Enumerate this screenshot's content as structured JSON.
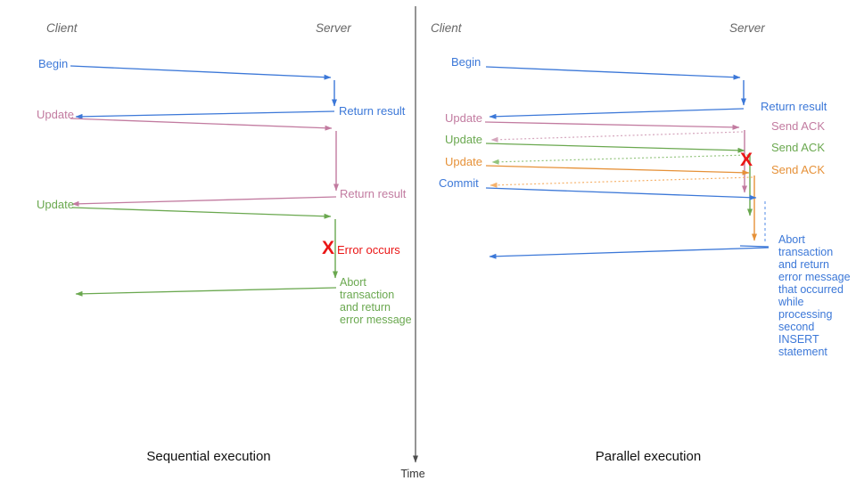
{
  "colors": {
    "blue": "#3c78d8",
    "pink": "#c27ba0",
    "green": "#6aa84f",
    "orange": "#e69138",
    "red": "#ea1616",
    "ack_pink": "#d5a6bd",
    "ack_green": "#93c47d",
    "ack_orange": "#f6b26b",
    "wait_blue": "#6d9eeb",
    "header_gray": "#666666",
    "axis_gray": "#4d4d4d"
  },
  "time_axis": {
    "label": "Time"
  },
  "sequential": {
    "client_header": "Client",
    "server_header": "Server",
    "caption": "Sequential execution",
    "begin_label": "Begin",
    "update1_label": "Update",
    "update2_label": "Update",
    "return1_label": "Return result",
    "return2_label": "Return result",
    "error_mark": "X",
    "error_label": "Error occurs",
    "abort_note": "Abort\ntransaction\nand return\nerror message"
  },
  "parallel": {
    "client_header": "Client",
    "server_header": "Server",
    "caption": "Parallel execution",
    "begin_label": "Begin",
    "update1_label": "Update",
    "update2_label": "Update",
    "update3_label": "Update",
    "commit_label": "Commit",
    "return_label": "Return result",
    "ack1_label": "Send ACK",
    "ack2_label": "Send ACK",
    "ack3_label": "Send ACK",
    "error_mark": "X",
    "abort_note": "Abort\ntransaction\nand return\nerror message\nthat occurred\nwhile\nprocessing\nsecond\nINSERT\nstatement"
  }
}
